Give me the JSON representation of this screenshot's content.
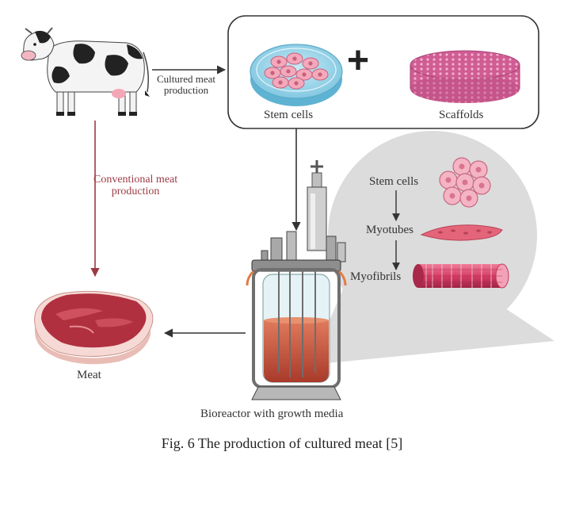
{
  "labels": {
    "cultured_meat_production": [
      "Cultured meat",
      "production"
    ],
    "stem_cells": "Stem cells",
    "scaffolds": "Scaffolds",
    "conventional_meat_production": [
      "Conventional meat",
      "production"
    ],
    "meat": "Meat",
    "bioreactor": "Bioreactor with growth media",
    "detail_stem_cells": "Stem cells",
    "myotubes": "Myotubes",
    "myofibrils": "Myofibrils",
    "plus": "+"
  },
  "caption": "Fig. 6  The production of cultured meat [5]",
  "colors": {
    "arrow": "#333333",
    "conventional_arrow": "#9a3b44",
    "cell_pink": "#f1a7b9",
    "petri_blue": "#8fcfe6",
    "scaffold_pink": "#d6689a",
    "meat_red": "#b0303f",
    "fat_white": "#f6d9d4",
    "medium_orange": "#c8553a",
    "myofibril_red": "#d8426a",
    "zoom_grey": "#d9d9d9"
  }
}
